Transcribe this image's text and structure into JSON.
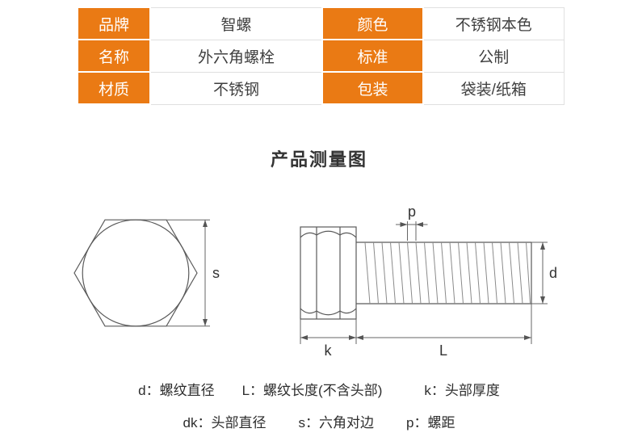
{
  "colors": {
    "accent_orange": "#ea7a14",
    "table_value_border": "#e0e0e0",
    "text_dark": "#333333",
    "line_gray": "#5a5a5a"
  },
  "spec_table": {
    "rows": [
      {
        "label1": "品牌",
        "value1": "智螺",
        "label2": "颜色",
        "value2": "不锈钢本色"
      },
      {
        "label1": "名称",
        "value1": "外六角螺栓",
        "label2": "标准",
        "value2": "公制"
      },
      {
        "label1": "材质",
        "value1": "不锈钢",
        "label2": "包装",
        "value2": "袋装/纸箱"
      }
    ]
  },
  "section": {
    "title": "产品测量图"
  },
  "diagram": {
    "labels": {
      "s": "s",
      "p": "p",
      "d": "d",
      "k": "k",
      "L": "L"
    }
  },
  "legend": {
    "line1": [
      "d：螺纹直径",
      "L：螺纹长度(不含头部)",
      "k：头部厚度"
    ],
    "line2": [
      "dk：头部直径",
      "s：六角对边",
      "p：螺距"
    ]
  }
}
